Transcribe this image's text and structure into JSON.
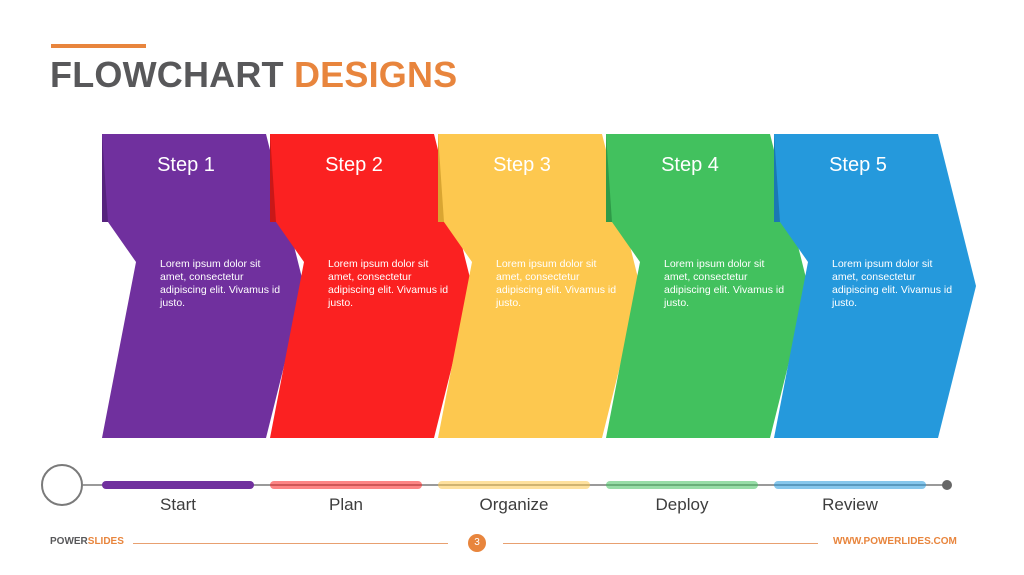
{
  "header": {
    "title_part1": "FLOWCHART",
    "title_part2": "DESIGNS"
  },
  "steps": [
    {
      "title": "Step 1",
      "description": "Lorem ipsum dolor sit amet, consectetur adipiscing elit. Vivamus id justo.",
      "color": "#70309e",
      "fold_color": "#56237d"
    },
    {
      "title": "Step 2",
      "description": "Lorem ipsum dolor sit amet, consectetur adipiscing elit. Vivamus id justo.",
      "color": "#fb2121",
      "fold_color": "#c91818"
    },
    {
      "title": "Step 3",
      "description": "Lorem ipsum dolor sit amet, consectetur adipiscing elit. Vivamus id justo.",
      "color": "#fdc84f",
      "fold_color": "#d9a532"
    },
    {
      "title": "Step 4",
      "description": "Lorem ipsum dolor sit amet, consectetur adipiscing elit. Vivamus id justo.",
      "color": "#42c15e",
      "fold_color": "#2f9a48"
    },
    {
      "title": "Step 5",
      "description": "Lorem ipsum dolor sit amet, consectetur adipiscing elit. Vivamus id justo.",
      "color": "#2599dc",
      "fold_color": "#1a78b3"
    }
  ],
  "timeline": {
    "labels": [
      "Start",
      "Plan",
      "Organize",
      "Deploy",
      "Review"
    ]
  },
  "footer": {
    "brand_part1": "POWER",
    "brand_part2": "SLIDES",
    "page_number": "3",
    "url": "WWW.POWERLIDES.COM"
  },
  "colors": {
    "accent": "#e8853d",
    "title_gray": "#58585a",
    "timeline_line": "#9a9a9a"
  }
}
